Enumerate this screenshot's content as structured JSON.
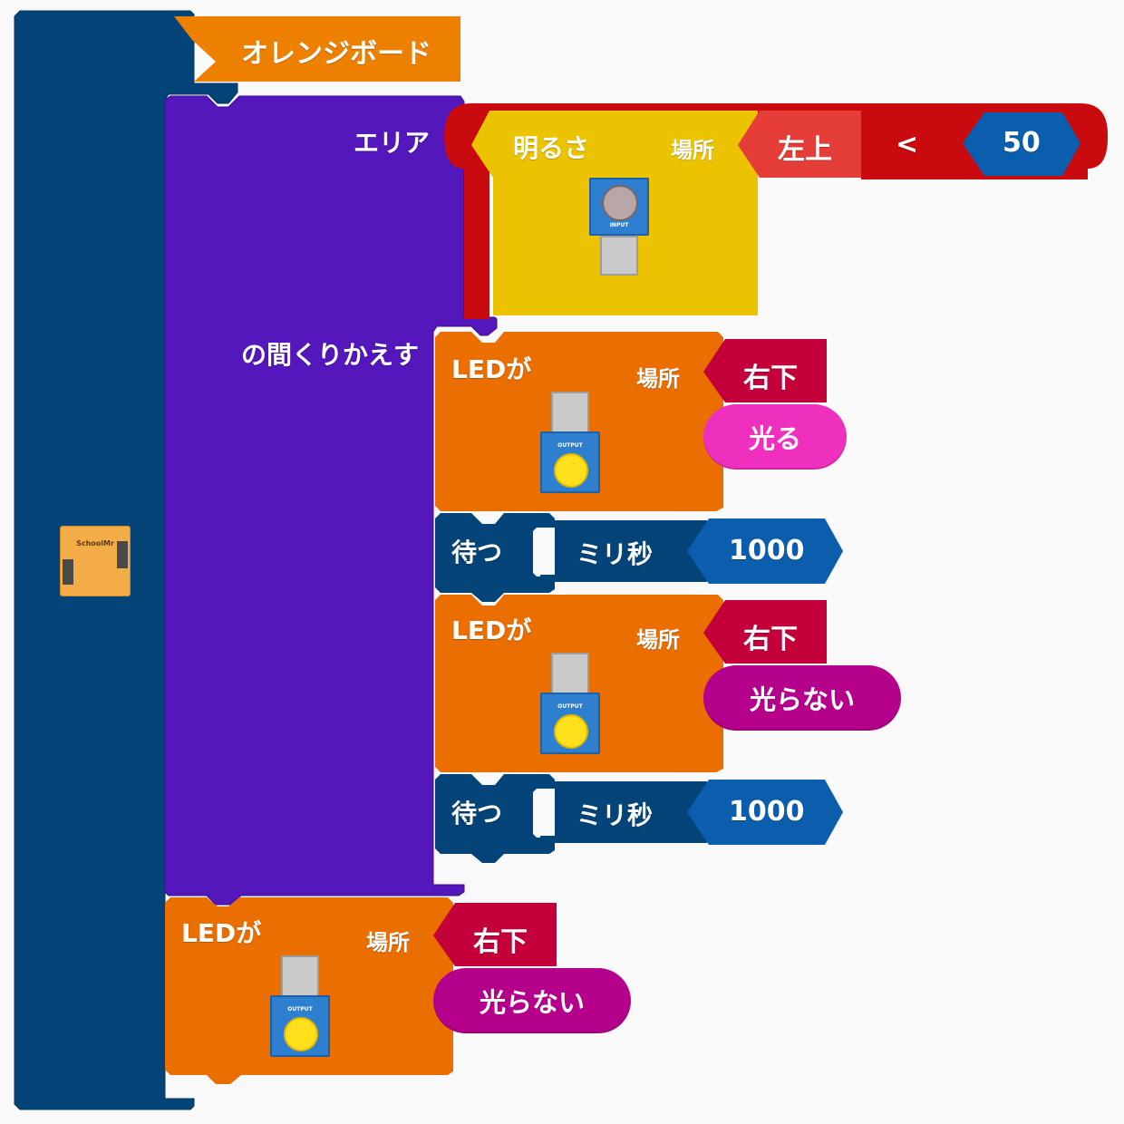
{
  "board": {
    "title": "オレンジボード",
    "icon": "schoolmr-board-icon",
    "icon_text": "SchoolMr"
  },
  "repeat": {
    "area_label": "エリア",
    "loop_label": "の間くりかえす"
  },
  "condition": {
    "brightness_label": "明るさ",
    "location_label": "場所",
    "location_value": "左上",
    "operator": "<",
    "threshold": "50",
    "sensor_text": "INPUT"
  },
  "led_on": {
    "title": "LEDが",
    "location_label": "場所",
    "location_value": "右下",
    "state": "光る",
    "module_text": "OUTPUT"
  },
  "wait_1": {
    "label": "待つ",
    "unit": "ミリ秒",
    "value": "1000"
  },
  "led_off": {
    "title": "LEDが",
    "location_label": "場所",
    "location_value": "右下",
    "state": "光らない",
    "module_text": "OUTPUT"
  },
  "wait_2": {
    "label": "待つ",
    "unit": "ミリ秒",
    "value": "1000"
  },
  "led_final": {
    "title": "LEDが",
    "location_label": "場所",
    "location_value": "右下",
    "state": "光らない",
    "module_text": "OUTPUT"
  },
  "colors": {
    "board_navy": "#044478",
    "loop_purple": "#5317bb",
    "compare_red": "#c90a0e",
    "sensor_yellow": "#ebc300",
    "led_orange": "#ea6e00",
    "location_crimson": "#c4003a",
    "on_pink": "#ef2fbe",
    "off_magenta": "#b5008c",
    "number_blue": "#0b5eae"
  }
}
